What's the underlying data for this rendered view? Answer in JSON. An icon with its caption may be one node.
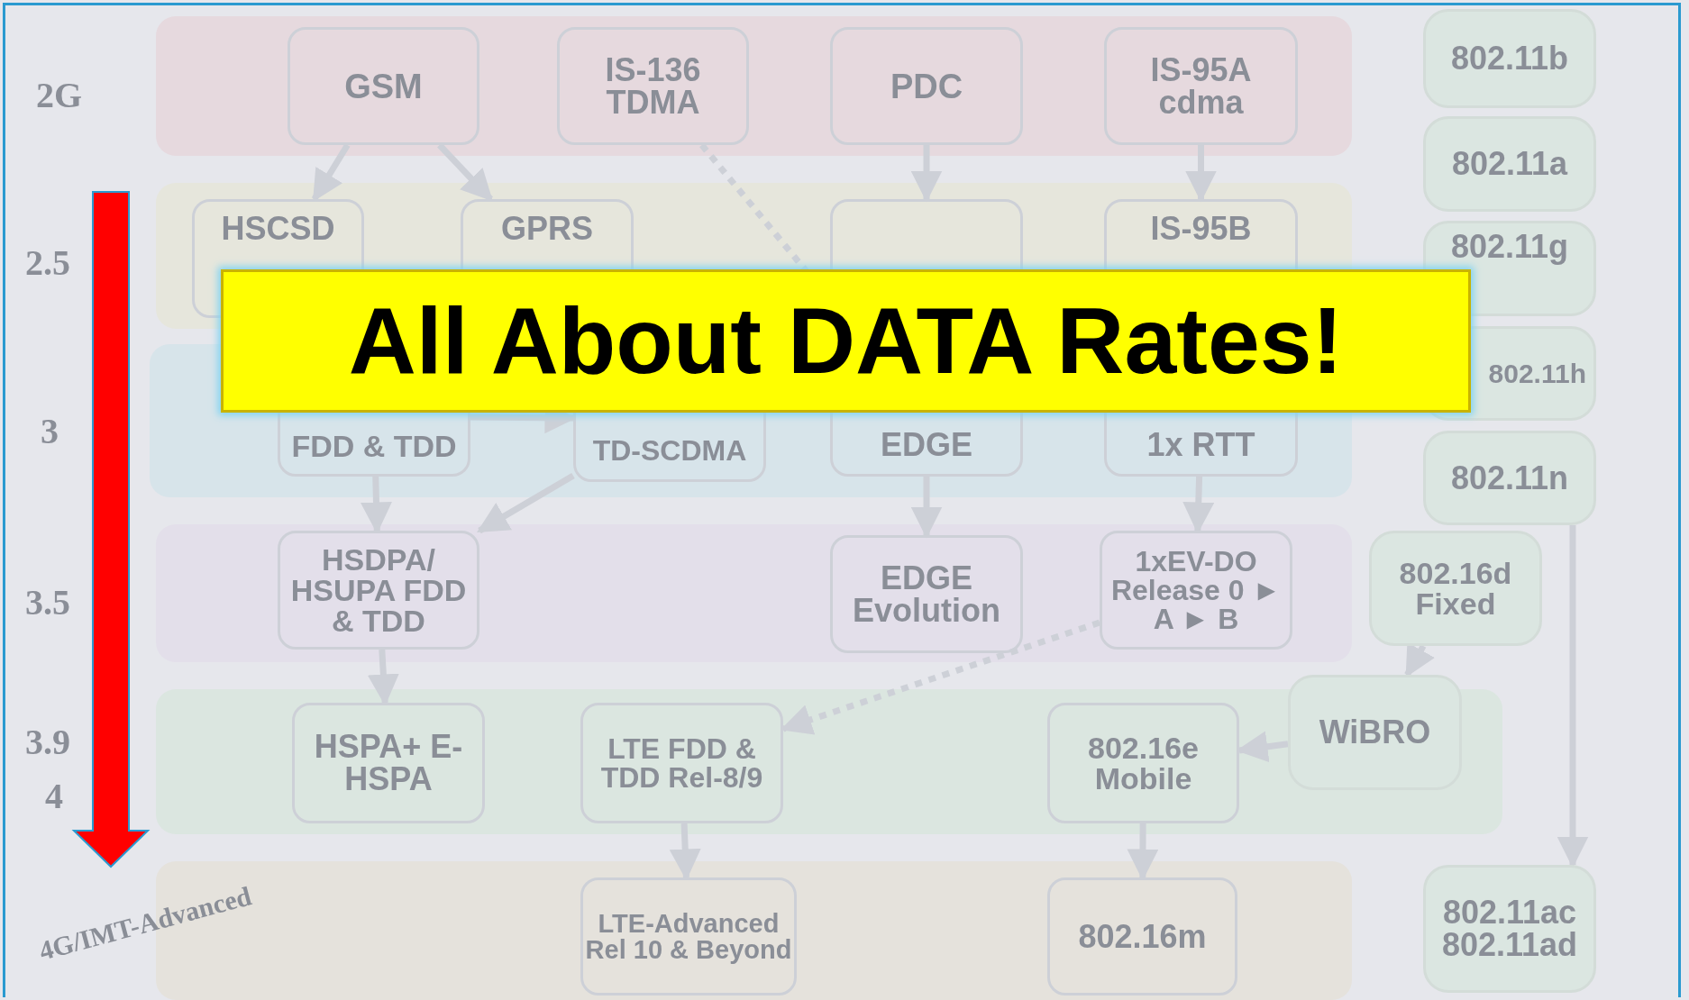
{
  "diagram": {
    "title": "All About DATA Rates!",
    "nodes": [
      {
        "text": [
          "GSM"
        ]
      },
      {
        "text": [
          "IS-136 TDMA"
        ]
      },
      {
        "text": [
          "PDC"
        ]
      },
      {
        "text": [
          "IS-95A cdma"
        ]
      },
      {
        "text": [
          "802.11b"
        ]
      },
      {
        "text": [
          "802.11a"
        ]
      },
      {
        "text": [
          "HSCSD"
        ]
      },
      {
        "text": [
          "GPRS"
        ]
      },
      {
        "text": [],
        "shape": "box"
      },
      {
        "text": [
          "IS-95B"
        ]
      },
      {
        "text": [
          "802.11g"
        ]
      },
      {
        "text": [
          "802.11h"
        ]
      },
      {
        "text": [
          "FDD & TDD"
        ]
      },
      {
        "text": [
          "TD-SCDMA"
        ]
      },
      {
        "text": [
          "EDGE"
        ]
      },
      {
        "text": [
          "1x RTT"
        ]
      },
      {
        "text": [
          "802.11n"
        ]
      },
      {
        "text": [
          "HSDPA/ HSUPA FDD & TDD"
        ]
      },
      {
        "text": [
          "EDGE Evolution"
        ]
      },
      {
        "text": [
          "1xEV-DO Release 0 ► A ► B"
        ]
      },
      {
        "text": [
          "802.16d Fixed"
        ]
      },
      {
        "text": [
          "WiBRO"
        ]
      },
      {
        "text": [
          "HSPA+ E-HSPA"
        ]
      },
      {
        "text": [
          "LTE FDD & TDD Rel-8/9"
        ]
      },
      {
        "text": [
          "802.16e Mobile"
        ]
      },
      {
        "text": [
          "LTE-Advanced Rel 10 & Beyond"
        ]
      },
      {
        "text": [
          "802.16m"
        ]
      },
      {
        "text": [
          "802.11ac 802.11ad"
        ]
      }
    ],
    "edges": [
      {
        "from": 0,
        "to": 6,
        "arrow": "to"
      },
      {
        "from": 0,
        "to": 7,
        "arrow": "to"
      },
      {
        "from": 1,
        "to": 14,
        "arrow": "to",
        "style": "dashed"
      },
      {
        "from": 2,
        "to": 8,
        "arrow": "to"
      },
      {
        "from": 3,
        "to": 9,
        "arrow": "to"
      },
      {
        "from": 12,
        "to": 13,
        "arrow": "to"
      },
      {
        "from": 12,
        "to": 17,
        "arrow": "to"
      },
      {
        "from": 13,
        "to": 17,
        "arrow": "to"
      },
      {
        "from": 14,
        "to": 18,
        "arrow": "to"
      },
      {
        "from": 15,
        "to": 19,
        "arrow": "to"
      },
      {
        "from": 17,
        "to": 22,
        "arrow": "to"
      },
      {
        "from": 19,
        "to": 23,
        "arrow": "to",
        "style": "dashed"
      },
      {
        "from": 23,
        "to": 25,
        "arrow": "to"
      },
      {
        "from": 20,
        "to": 21,
        "arrow": "to"
      },
      {
        "from": 21,
        "to": 24,
        "arrow": "to"
      },
      {
        "from": 24,
        "to": 26,
        "arrow": "to"
      },
      {
        "from": 16,
        "to": 27,
        "arrow": "to"
      }
    ],
    "labels": [
      "2G",
      "2.5",
      "3",
      "3.5",
      "3.9",
      "4",
      "4G/IMT-Advanced"
    ]
  }
}
